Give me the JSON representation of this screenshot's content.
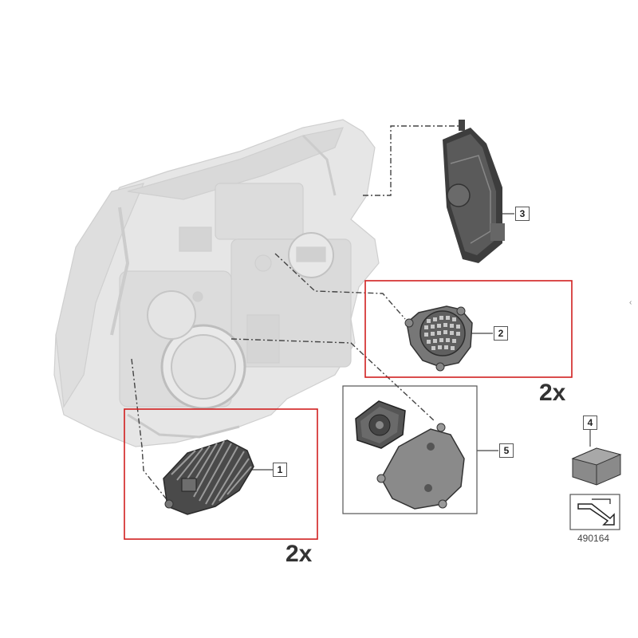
{
  "parts": [
    {
      "number": "1",
      "name": "heat-sink-module"
    },
    {
      "number": "2",
      "name": "round-led-module"
    },
    {
      "number": "3",
      "name": "control-unit"
    },
    {
      "number": "4",
      "name": "repair-kit-box"
    },
    {
      "number": "5",
      "name": "fan-and-cover"
    }
  ],
  "quantities": {
    "part1": "2x",
    "part2": "2x"
  },
  "diagram_id": "490164",
  "edge_glyph": "‹",
  "colors": {
    "highlight_box": "#d11f1f",
    "headlight_fill": "#e6e6e6",
    "headlight_stroke": "#c9c9c9",
    "part_dark": "#555555",
    "leader": "#444444"
  }
}
